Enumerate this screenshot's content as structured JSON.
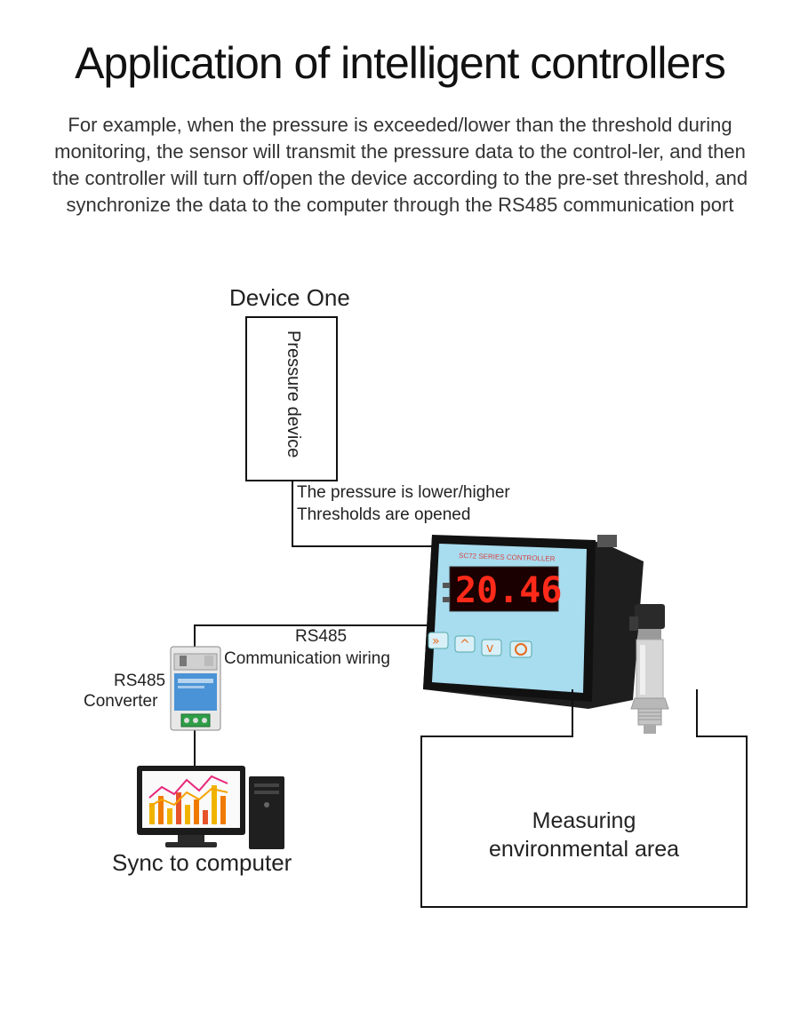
{
  "title": "Application of intelligent controllers",
  "description": "For example, when the pressure is exceeded/lower than the threshold during monitoring, the sensor will transmit the pressure data to the control-ler, and then the controller will turn off/open the device according to the pre-set threshold, and synchronize the data to the computer through the RS485 communication port",
  "device_one": {
    "heading": "Device One",
    "box_label": "Pressure device"
  },
  "threshold_note": {
    "line1": "The pressure is lower/higher",
    "line2": "Thresholds are opened"
  },
  "controller": {
    "brand_label": "SC72 SERIES CONTROLLER",
    "display_value": "20.46"
  },
  "rs485_wiring": {
    "line1": "RS485",
    "line2": "Communication wiring"
  },
  "converter": {
    "line1": "RS485",
    "line2": "Converter"
  },
  "computer": {
    "label": "Sync to computer"
  },
  "area": {
    "line1": "Measuring",
    "line2": "environmental area"
  },
  "colors": {
    "display_red": "#ff2a1a",
    "panel_blue": "#a8dcef",
    "line": "#111111"
  },
  "icons": [
    "controller-image",
    "pressure-sensor-image",
    "rs485-converter-image",
    "computer-image"
  ]
}
